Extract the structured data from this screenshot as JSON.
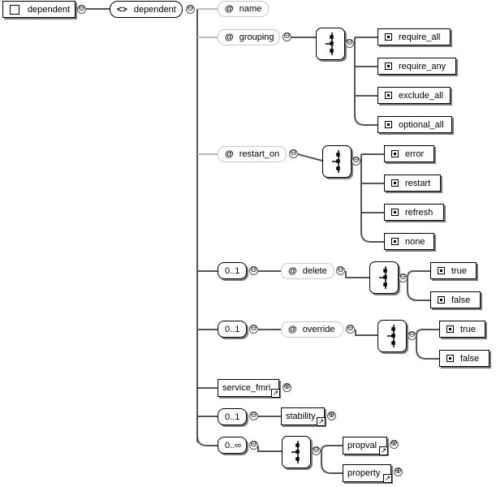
{
  "root": {
    "label": "dependent",
    "element_label": "dependent",
    "nav_icon": "angle-brackets-icon"
  },
  "attributes": {
    "name": "name",
    "grouping": "grouping",
    "restart_on": "restart_on",
    "delete": "delete",
    "override": "override",
    "at_symbol": "@"
  },
  "grouping_values": [
    "require_all",
    "require_any",
    "exclude_all",
    "optional_all"
  ],
  "restart_on_values": [
    "error",
    "restart",
    "refresh",
    "none"
  ],
  "delete_values": [
    "true",
    "false"
  ],
  "override_values": [
    "true",
    "false"
  ],
  "occurrence": {
    "optional": "0..1",
    "many": "0..∞"
  },
  "elements": {
    "service_fmri": "service_fmri",
    "stability": "stability",
    "propval": "propval",
    "property": "property"
  },
  "icons": {
    "collapse": "⊖",
    "expand": "⊕",
    "reference": "↗"
  }
}
